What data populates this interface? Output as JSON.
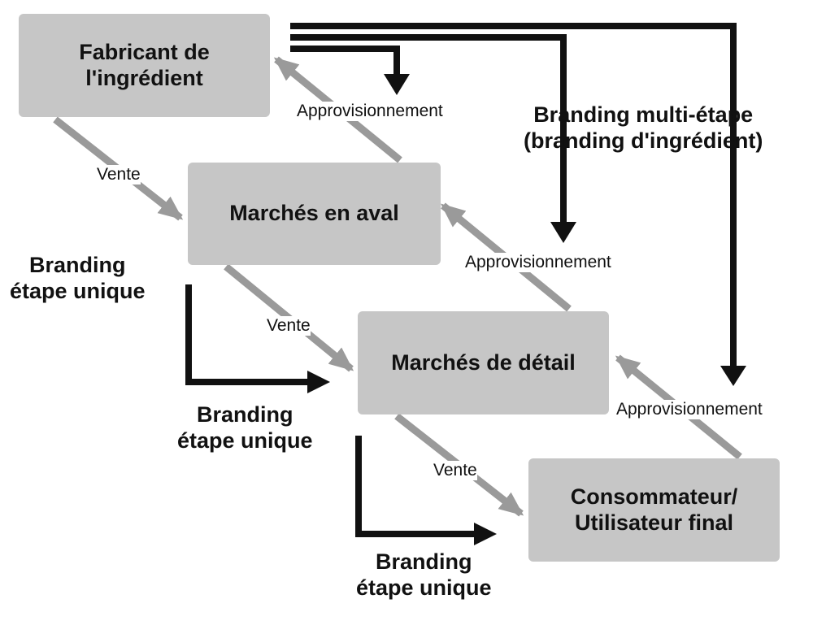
{
  "nodes": {
    "fabricant": [
      "Fabricant de",
      "l'ingrédient"
    ],
    "aval": "Marchés en aval",
    "detail": "Marchés de détail",
    "consommateur": [
      "Consommateur/",
      "Utilisateur final"
    ]
  },
  "edge_labels": {
    "vente": "Vente",
    "approvisionnement": "Approvisionnement"
  },
  "branding": {
    "single": [
      "Branding",
      "étape unique"
    ],
    "multi": [
      "Branding multi-étape",
      "(branding d'ingrédient)"
    ]
  },
  "colors": {
    "box": "#c6c6c6",
    "flow_arrow": "#9a9a9a",
    "branding_arrow": "#111111"
  }
}
